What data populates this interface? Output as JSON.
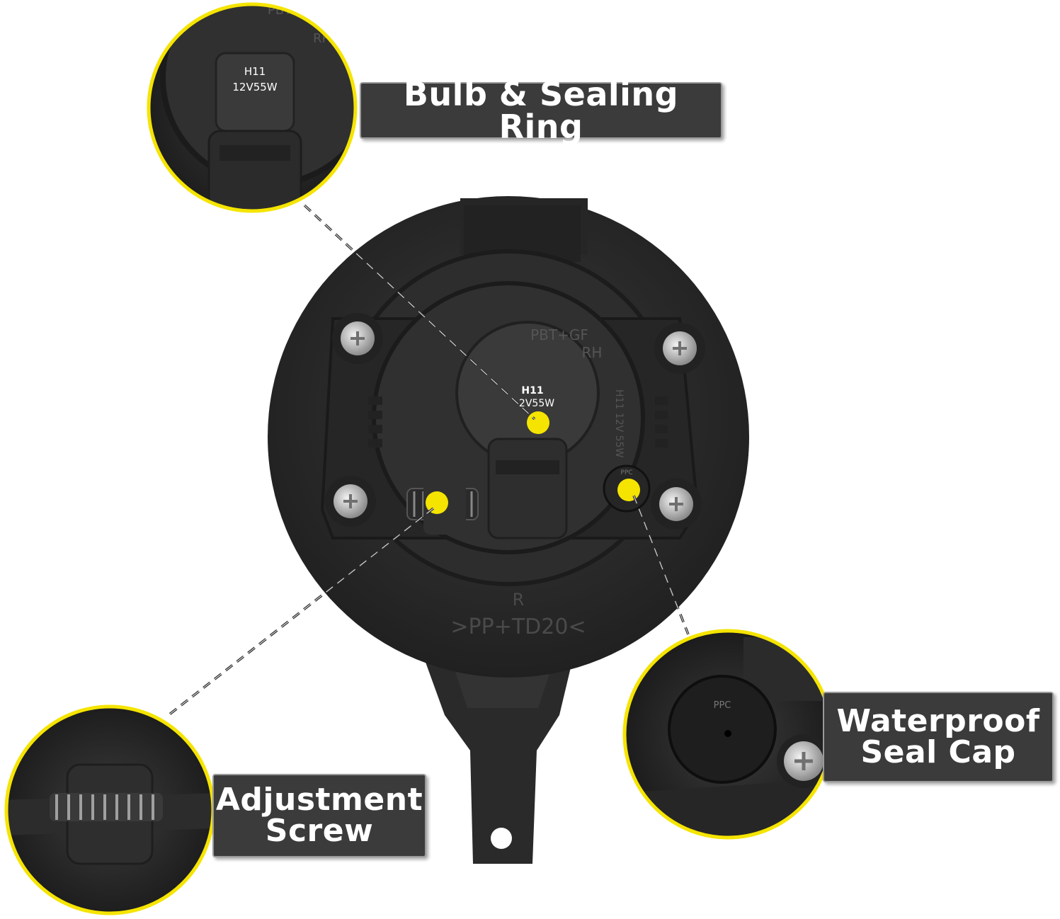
{
  "colors": {
    "accent_yellow": "#f5e400",
    "housing": "#2b2b2b",
    "label_bg": "#3b3b3b",
    "label_border": "#9a9a9a",
    "screw": "#c9c9c9"
  },
  "housing_text": {
    "bulb_model": "H11",
    "bulb_spec": "12V55W",
    "bulb_spec_partial": "2V55W",
    "material_top": "PBT+GF",
    "side": "RH",
    "side_letter": "R",
    "material_bottom": ">PP+TD20<",
    "rim_text": "H11 12V 55W",
    "cap_text": "PPC",
    "inset_top_text": "PBT",
    "inset_top_side": "RH"
  },
  "callouts": {
    "bulb": {
      "line1": "Bulb & Sealing Ring"
    },
    "adjust": {
      "line1": "Adjustment",
      "line2": "Screw"
    },
    "seal": {
      "line1": "Waterproof",
      "line2": "Seal Cap"
    }
  }
}
